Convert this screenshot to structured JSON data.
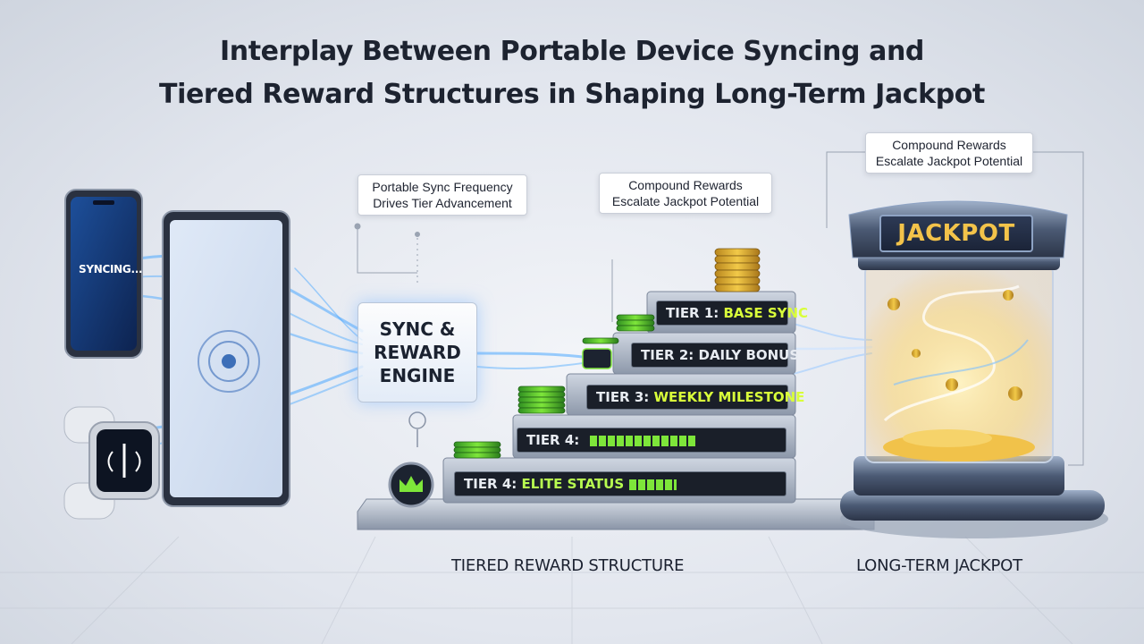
{
  "title": {
    "line1": "Interplay Between Portable Device Syncing and",
    "line2": "Tiered Reward Structures in Shaping Long-Term Jackpot"
  },
  "callouts": {
    "sync_frequency": {
      "line1": "Portable Sync Frequency",
      "line2": "Drives Tier Advancement"
    },
    "compound_mid": {
      "line1": "Compound Rewards",
      "line2": "Escalate Jackpot Potential"
    },
    "compound_top": {
      "line1": "Compound Rewards",
      "line2": "Escalate Jackpot Potential"
    }
  },
  "devices": {
    "phone_screen_text": "SYNCING...",
    "items": [
      "phone-icon",
      "tablet-icon",
      "smartwatch-icon"
    ]
  },
  "engine": {
    "line1": "SYNC &",
    "line2": "REWARD",
    "line3": "ENGINE"
  },
  "tiers": [
    {
      "prefix": "TIER 1: ",
      "name": "BASE SYNC"
    },
    {
      "prefix": "TIER 2: ",
      "name": "DAILY BONUS"
    },
    {
      "prefix": "TIER 3: ",
      "name": "WEEKLY MILESTONE"
    },
    {
      "prefix": "TIER 4: ",
      "name": "",
      "progress": 0.8
    },
    {
      "prefix": "TIER 4: ",
      "name": "ELITE STATUS",
      "progress": 0.35
    }
  ],
  "jackpot": {
    "label": "JACKPOT"
  },
  "sections": {
    "tiered": "TIERED REWARD STRUCTURE",
    "jackpot": "LONG-TERM JACKPOT"
  },
  "colors": {
    "accent_green": "#7ee63a",
    "tier_highlight": "#d9ff3a",
    "jackpot_gold": "#f3c34a",
    "sync_blue": "#4aa8ff"
  }
}
